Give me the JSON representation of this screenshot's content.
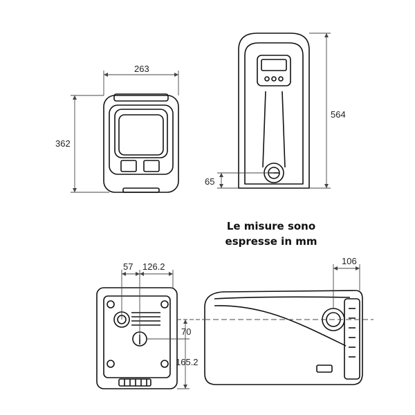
{
  "note": {
    "line1": "Le misure sono",
    "line2": "espresse in mm"
  },
  "dimensions": {
    "front_width": "263",
    "front_height": "362",
    "side_height": "564",
    "side_outlet": "65",
    "bottom_a": "57",
    "bottom_b": "126.2",
    "bottom_c": "70",
    "bottom_d": "165.2",
    "right_e": "106"
  },
  "colors": {
    "line": "#111111",
    "dim_line": "#444444"
  }
}
